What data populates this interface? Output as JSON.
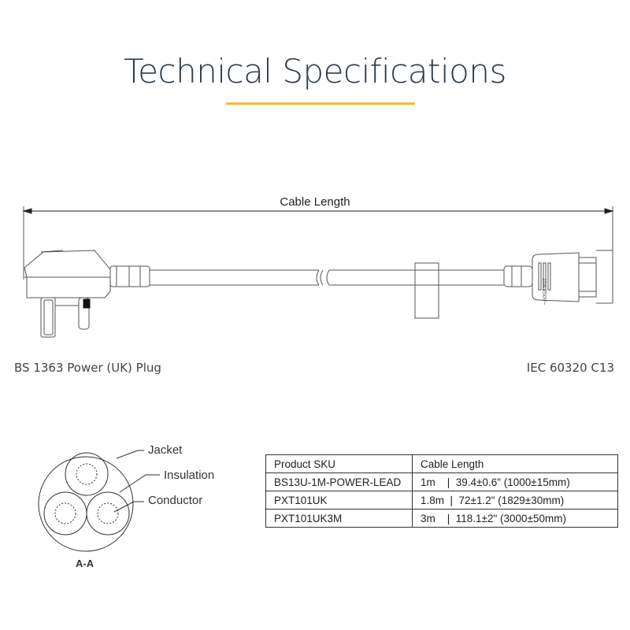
{
  "title": "Technical Specifications",
  "colors": {
    "accent": "#f2bd32",
    "title": "#2b3c4c"
  },
  "dimension_label": "Cable Length",
  "left_end_label": "BS 1363 Power (UK) Plug",
  "right_end_label": "IEC 60320 C13",
  "connector_rating": "10A 250V~",
  "cross_section": {
    "labels": [
      "Jacket",
      "Insulation",
      "Conductor"
    ],
    "section_label": "A-A"
  },
  "table": {
    "headers": [
      "Product SKU",
      "Cable Length"
    ],
    "rows": [
      {
        "sku": "BS13U-1M-POWER-LEAD",
        "length": "1m    |  39.4±0.6\" (1000±15mm)"
      },
      {
        "sku": "PXT101UK",
        "length": "1.8m  |  72±1.2\" (1829±30mm)"
      },
      {
        "sku": "PXT101UK3M",
        "length": "3m    |  118.1±2\" (3000±50mm)"
      }
    ]
  }
}
